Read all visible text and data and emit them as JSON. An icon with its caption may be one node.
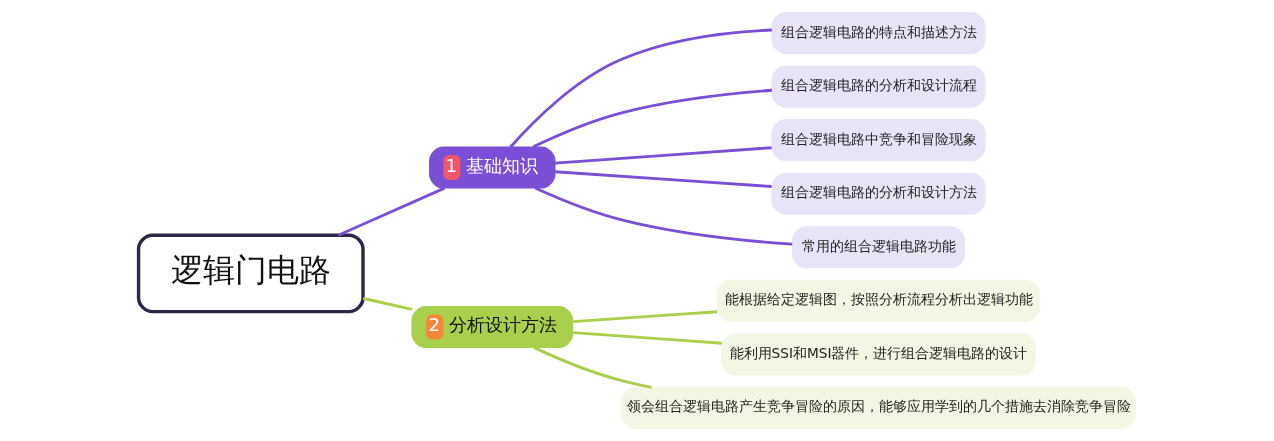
{
  "diagram": {
    "nodes": [
      {
        "text": [
          "逻辑门电路"
        ]
      },
      {
        "text": [
          "1",
          "基础知识"
        ]
      },
      {
        "text": [
          "组合逻辑电路的特点和描述方法"
        ]
      },
      {
        "text": [
          "组合逻辑电路的分析和设计流程"
        ]
      },
      {
        "text": [
          "组合逻辑电路中竞争和冒险现象"
        ]
      },
      {
        "text": [
          "组合逻辑电路的分析和设计方法"
        ]
      },
      {
        "text": [
          "常用的组合逻辑电路功能"
        ]
      },
      {
        "text": [
          "2",
          "分析设计方法"
        ]
      },
      {
        "text": [
          "能根据给定逻辑图，按照分析流程分析出逻辑功能"
        ]
      },
      {
        "text": [
          "能利用SSI和MSI器件，进行组合逻辑电路的设计"
        ]
      },
      {
        "text": [
          "领会组合逻辑电路产生竞争冒险的原因，能够应用学到的几个措施去消除竞争冒险"
        ]
      }
    ],
    "edges": [
      {
        "from": 0,
        "to": 1,
        "arrow": "none",
        "color": "#7a4fd6"
      },
      {
        "from": 1,
        "to": 2,
        "arrow": "none",
        "color": "#7a4fd6"
      },
      {
        "from": 1,
        "to": 3,
        "arrow": "none",
        "color": "#7a4fd6"
      },
      {
        "from": 1,
        "to": 4,
        "arrow": "none",
        "color": "#7a4fd6"
      },
      {
        "from": 1,
        "to": 5,
        "arrow": "none",
        "color": "#7a4fd6"
      },
      {
        "from": 1,
        "to": 6,
        "arrow": "none",
        "color": "#7a4fd6"
      },
      {
        "from": 0,
        "to": 7,
        "arrow": "none",
        "color": "#a8d04c"
      },
      {
        "from": 7,
        "to": 8,
        "arrow": "none",
        "color": "#a8d04c"
      },
      {
        "from": 7,
        "to": 9,
        "arrow": "none",
        "color": "#a8d04c"
      },
      {
        "from": 7,
        "to": 10,
        "arrow": "none",
        "color": "#a8d04c"
      }
    ]
  }
}
